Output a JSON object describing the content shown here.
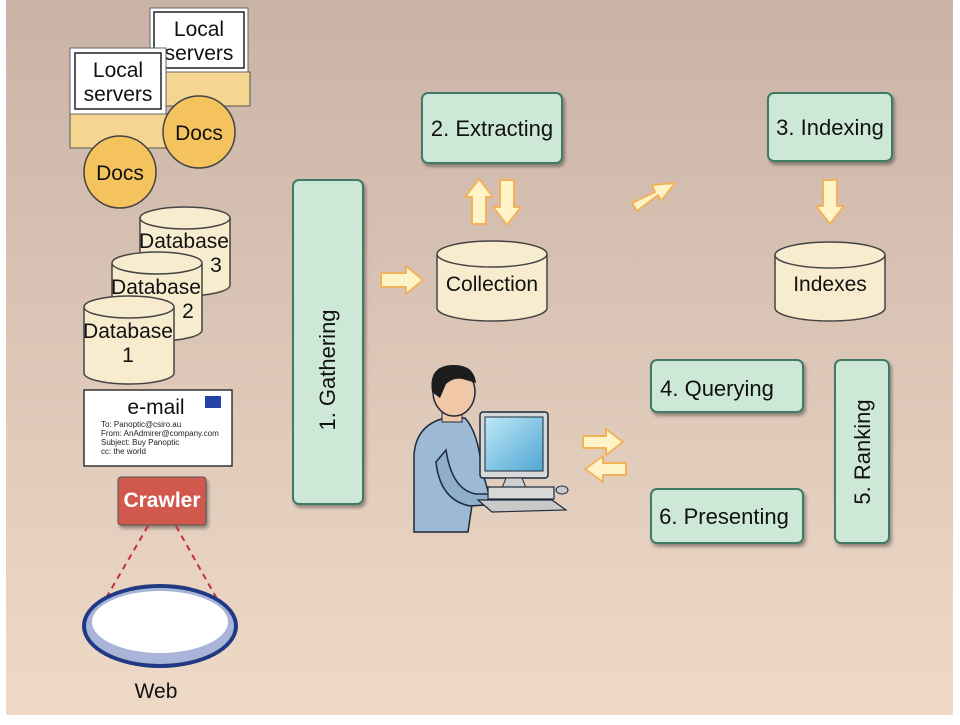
{
  "colors": {
    "bg_top": "#c9b3a6",
    "bg_bottom": "#efd9c7",
    "box_fill": "#cde8d6",
    "box_border": "#3f7a66",
    "tan": "#f5d690",
    "circle_fill": "#f4c35d",
    "cylinder_fill": "#f8eccf",
    "arrow_fill": "#fff3c8",
    "arrow_stroke": "#f2b25b",
    "crawler_fill": "#d1584e",
    "web_rim": "#1f3a82",
    "web_inner": "#ffffff",
    "mail_flag": "#2344a6"
  },
  "sources": {
    "local_servers_back": [
      "Local",
      "servers"
    ],
    "local_servers_front": [
      "Local",
      "servers"
    ],
    "docs_1": "Docs",
    "docs_2": "Docs",
    "database_3": [
      "Database",
      "3"
    ],
    "database_2": [
      "Database",
      "2"
    ],
    "database_1": [
      "Database",
      "1"
    ],
    "email": {
      "title": "e-mail",
      "lines": [
        "To: Panoptic@csiro.au",
        "From: AnAdmirer@company.com",
        "Subject: Buy Panoptic",
        "cc: the world"
      ]
    },
    "crawler": "Crawler",
    "web": "Web"
  },
  "steps": {
    "gathering": "1. Gathering",
    "extracting": "2. Extracting",
    "indexing": "3. Indexing",
    "querying": "4. Querying",
    "ranking": "5. Ranking",
    "presenting": "6. Presenting"
  },
  "stores": {
    "collection": "Collection",
    "indexes": "Indexes"
  }
}
